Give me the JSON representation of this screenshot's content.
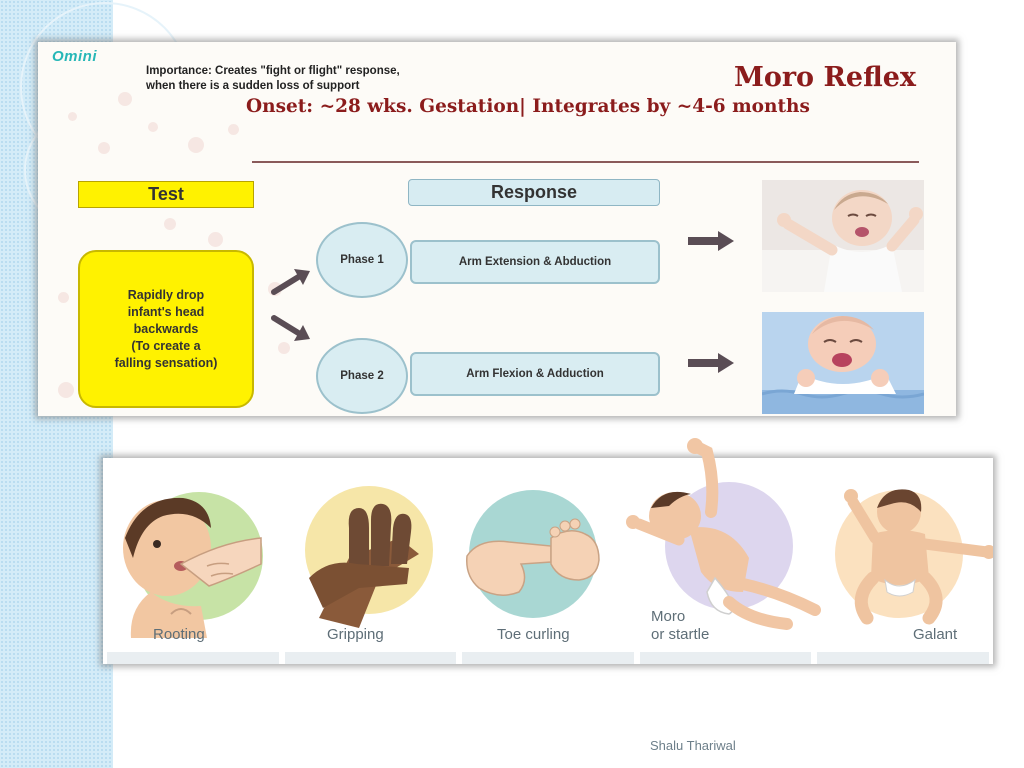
{
  "colors": {
    "accent_red": "#8b1c1c",
    "test_yellow": "#fff200",
    "response_blue": "#d9edf2",
    "brand_teal": "#27b7b7",
    "strip_blue": "#d4ecf8"
  },
  "moro": {
    "brand": "Omini",
    "importance_line1": "Importance: Creates \"fight or flight\" response,",
    "importance_line2": "when there is a sudden loss of support",
    "title": "Moro Reflex",
    "onset": "Onset: ~28 wks. Gestation| Integrates by ~4-6 months",
    "test_label": "Test",
    "response_label": "Response",
    "test_lines": [
      "Rapidly drop",
      "infant's head",
      "backwards",
      "(To create a",
      "falling sensation)"
    ],
    "phases": [
      {
        "label": "Phase 1",
        "response": "Arm Extension & Abduction",
        "photo": "crying-baby-arms-extended"
      },
      {
        "label": "Phase 2",
        "response": "Arm Flexion & Adduction",
        "photo": "crying-baby-arms-flexed"
      }
    ]
  },
  "reflexes": [
    {
      "label": "Rooting",
      "icon": "rooting-reflex-illustration"
    },
    {
      "label": "Gripping",
      "icon": "gripping-reflex-illustration"
    },
    {
      "label": "Toe curling",
      "icon": "toe-curling-reflex-illustration"
    },
    {
      "label_line1": "Moro",
      "label_line2": "or startle",
      "icon": "moro-startle-illustration"
    },
    {
      "label": "Galant",
      "icon": "galant-reflex-illustration"
    }
  ],
  "footer": {
    "author": "Shalu Thariwal"
  }
}
